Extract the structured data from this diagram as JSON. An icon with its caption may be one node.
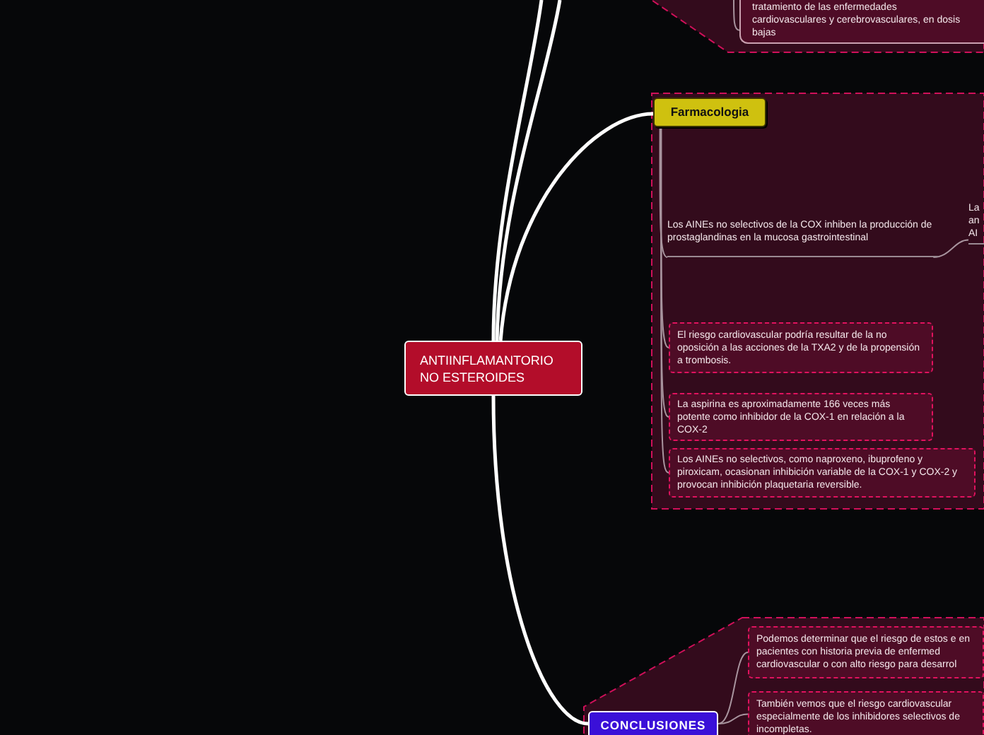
{
  "diagram": {
    "nodes": [
      {
        "text": [
          "ANTIINFLAMANTORIO NO ESTEROIDES"
        ]
      },
      {
        "text": [],
        "shape": "polygon"
      },
      {
        "text": [
          "tratamiento de las enfermedades cardiovasculares y cerebrovasculares, en dosis bajas"
        ],
        "in": 1
      },
      {
        "text": [],
        "shape": "box"
      },
      {
        "text": [
          "Farmacologia"
        ],
        "in": 3
      },
      {
        "text": [
          "Los AINEs no selectivos de la COX inhiben la producción de prostaglandinas en la mucosa gastrointestinal"
        ],
        "in": 3
      },
      {
        "text": [
          "La an AI"
        ],
        "in": 3
      },
      {
        "text": [
          "El riesgo cardiovascular podría resultar de la no oposición a las acciones de la TXA2 y de la propensión a trombosis."
        ],
        "in": 3
      },
      {
        "text": [
          "La aspirina es aproximadamente 166 veces más potente como inhibidor de la COX-1 en relación a la COX-2"
        ],
        "in": 3
      },
      {
        "text": [
          "Los AINEs no selectivos, como naproxeno, ibuprofeno y piroxicam, ocasionan inhibición variable de la COX-1 y COX-2 y provocan inhibición plaquetaria reversible."
        ],
        "in": 3
      },
      {
        "text": [],
        "shape": "polygon"
      },
      {
        "text": [
          "CONCLUSIONES"
        ],
        "in": 10
      },
      {
        "text": [
          "Podemos determinar que el riesgo de estos e en pacientes con historia previa de enfermed cardiovascular o con alto riesgo para desarrol"
        ],
        "in": 10
      },
      {
        "text": [
          "También vemos que el riesgo cardiovascular especialmente de los inhibidores selectivos de incompletas."
        ],
        "in": 10
      }
    ],
    "edges": [
      {
        "from": 0,
        "to": null,
        "arrow": "none",
        "style": "thick",
        "color": "#ffffff"
      },
      {
        "from": 0,
        "to": null,
        "arrow": "none",
        "style": "thick",
        "color": "#ffffff"
      },
      {
        "from": 0,
        "to": 4,
        "arrow": "none",
        "style": "thick",
        "color": "#ffffff"
      },
      {
        "from": 0,
        "to": 11,
        "arrow": "none",
        "style": "thick",
        "color": "#ffffff"
      },
      {
        "from": 4,
        "to": 5,
        "arrow": "none"
      },
      {
        "from": 4,
        "to": 7,
        "arrow": "none"
      },
      {
        "from": 4,
        "to": 8,
        "arrow": "none"
      },
      {
        "from": 4,
        "to": 9,
        "arrow": "none"
      },
      {
        "from": 5,
        "to": 6,
        "arrow": "none"
      },
      {
        "from": 11,
        "to": 12,
        "arrow": "none"
      },
      {
        "from": 11,
        "to": 13,
        "arrow": "none"
      },
      {
        "from": null,
        "to": 2,
        "arrow": "none"
      }
    ]
  }
}
